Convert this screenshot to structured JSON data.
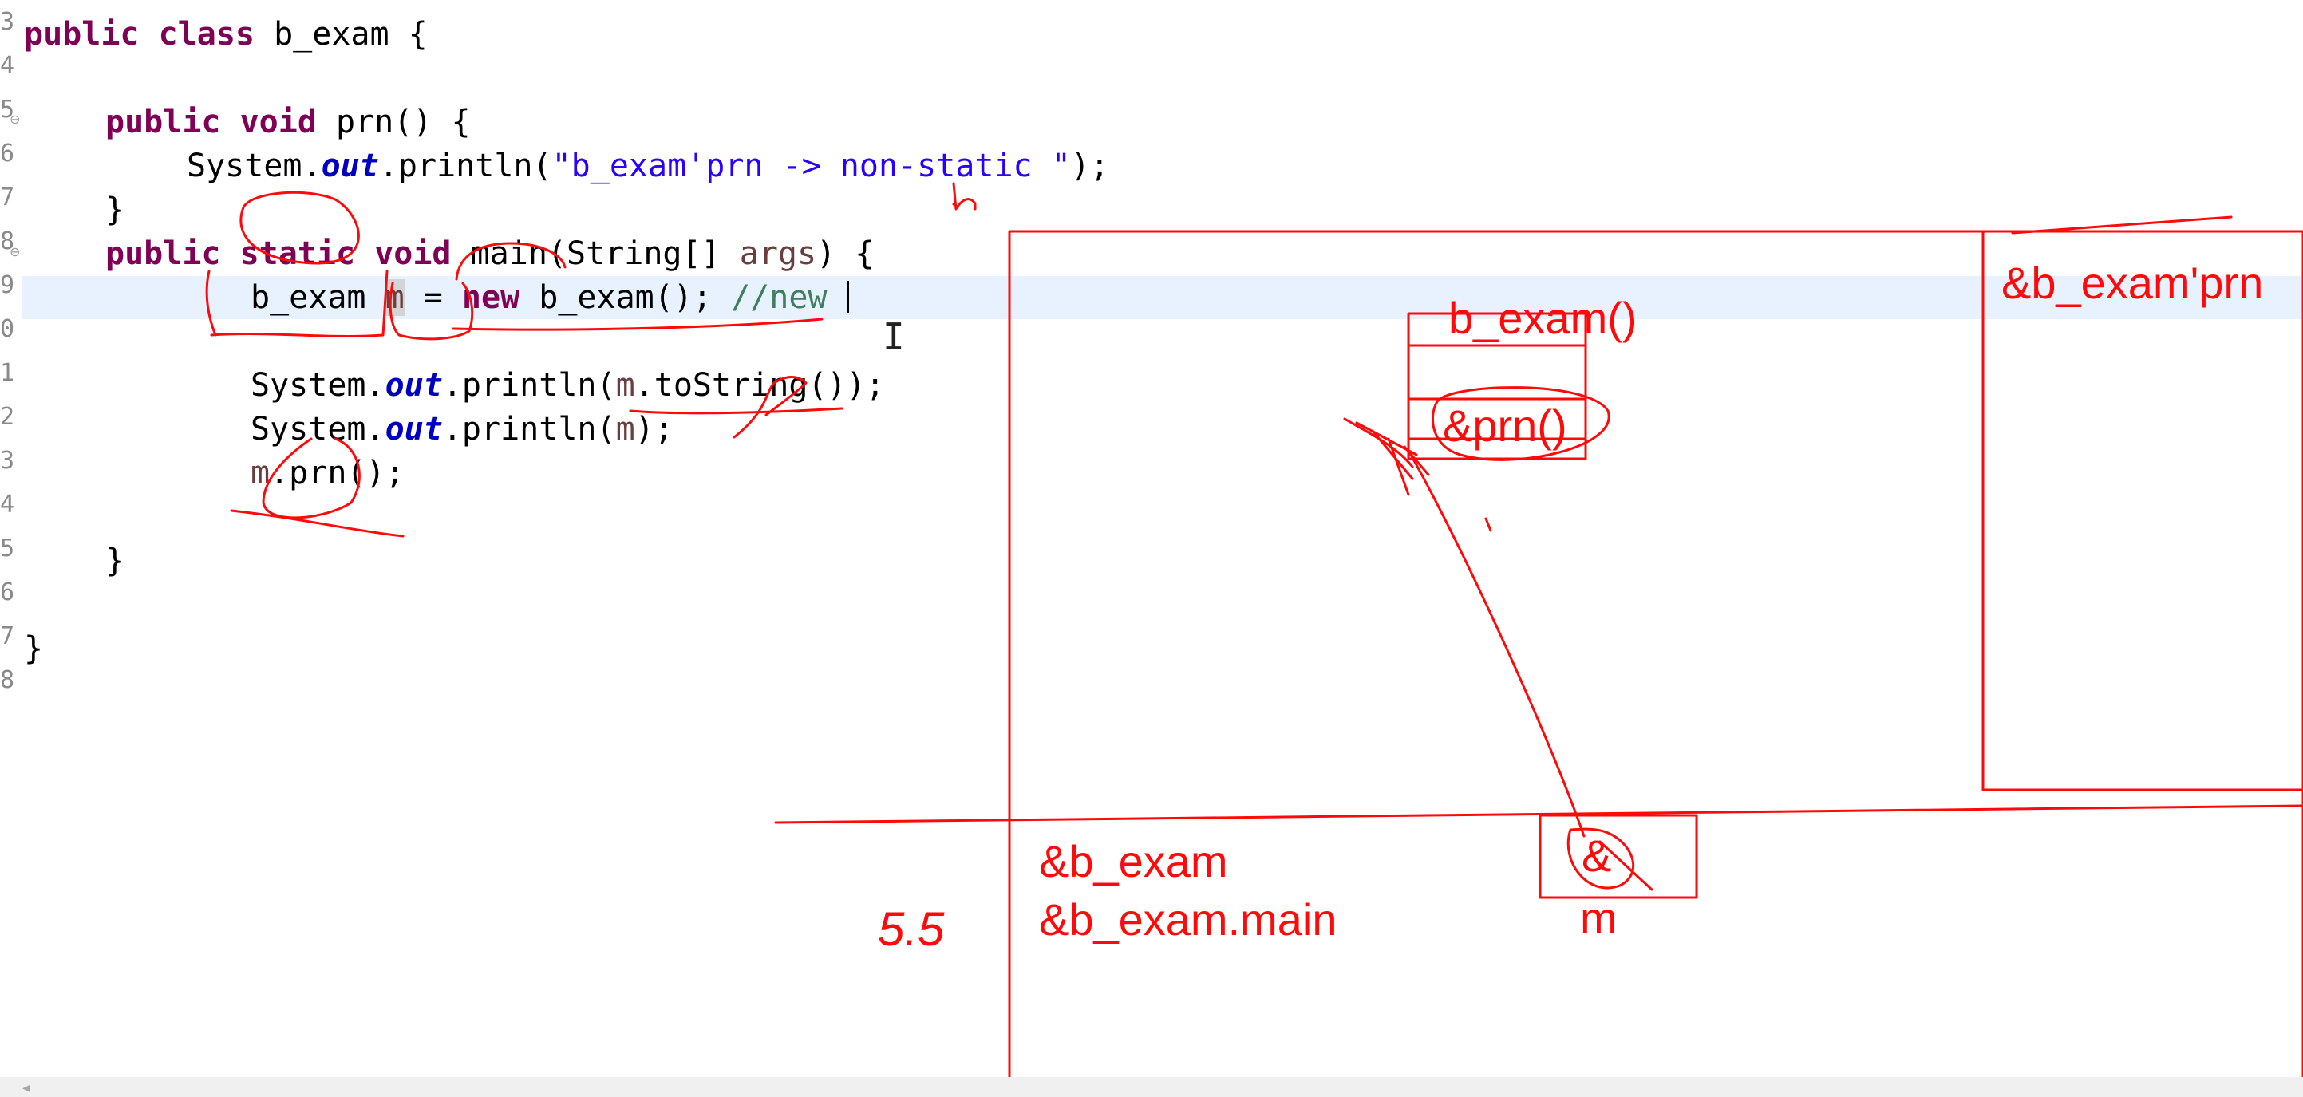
{
  "line_numbers": [
    "3",
    "4",
    "5",
    "6",
    "7",
    "8",
    "9",
    "0",
    "1",
    "2",
    "3",
    "4",
    "5",
    "6",
    "7",
    "8"
  ],
  "code": {
    "l1": {
      "kw1": "public",
      "kw2": "class",
      "rest": " b_exam {"
    },
    "l3": {
      "kw1": "public",
      "kw2": "void",
      "rest": " prn() {"
    },
    "l4": {
      "pre": "System.",
      "fld": "out",
      "mid": ".println(",
      "str": "\"b_exam'prn -> non-static \"",
      "post": ");"
    },
    "l5": {
      "text": "}"
    },
    "l6": {
      "kw1": "public",
      "kw2": "static",
      "kw3": "void",
      "rest": " main(String[] ",
      "var": "args",
      "post": ") {"
    },
    "l7": {
      "pre": "b_exam ",
      "var": "m",
      "mid": " = ",
      "kw": "new",
      "rest": " b_exam(); ",
      "cmt": "//new "
    },
    "l9": {
      "pre": "System.",
      "fld": "out",
      "mid": ".println(",
      "var": "m",
      "post": ".toString());"
    },
    "l10": {
      "pre": "System.",
      "fld": "out",
      "mid": ".println(",
      "var": "m",
      "post": ");"
    },
    "l11": {
      "var": "m",
      "post": ".prn();"
    },
    "l13": {
      "text": "}"
    },
    "l15": {
      "text": "}"
    }
  },
  "annotations": {
    "heap_object_label": "b_exam()",
    "method_label": "&prn()",
    "static_area_label": "&b_exam'prn",
    "class_label": "&b_exam",
    "main_label": "&b_exam.main",
    "ref_var_label": "m",
    "ref_symbol": "&",
    "side_note": "5.5",
    "ink_color": "#ff0a0a"
  }
}
